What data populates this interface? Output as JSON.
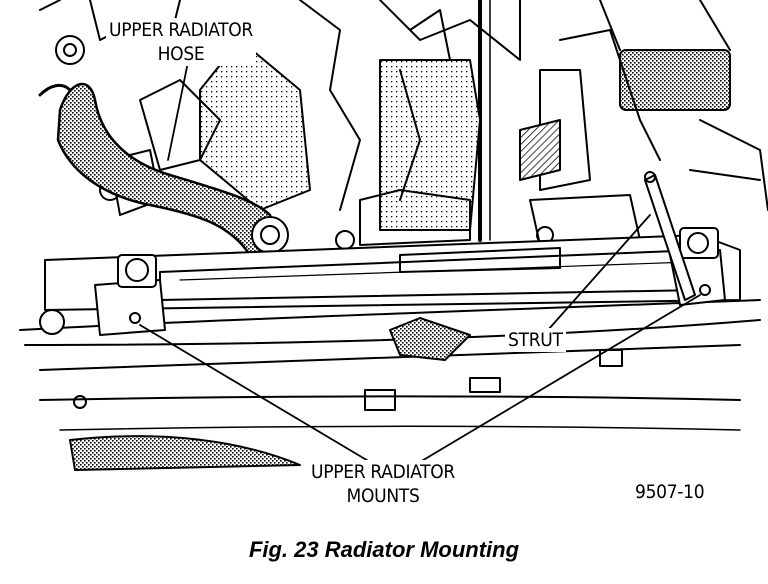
{
  "labels": {
    "upper_radiator_hose_line1": "UPPER RADIATOR",
    "upper_radiator_hose_line2": "HOSE",
    "strut": "STRUT",
    "upper_radiator_mounts_line1": "UPPER RADIATOR",
    "upper_radiator_mounts_line2": "MOUNTS",
    "figure_number": "9507-10"
  },
  "caption": "Fig. 23 Radiator Mounting",
  "colors": {
    "ink": "#000000",
    "paper": "#ffffff"
  }
}
